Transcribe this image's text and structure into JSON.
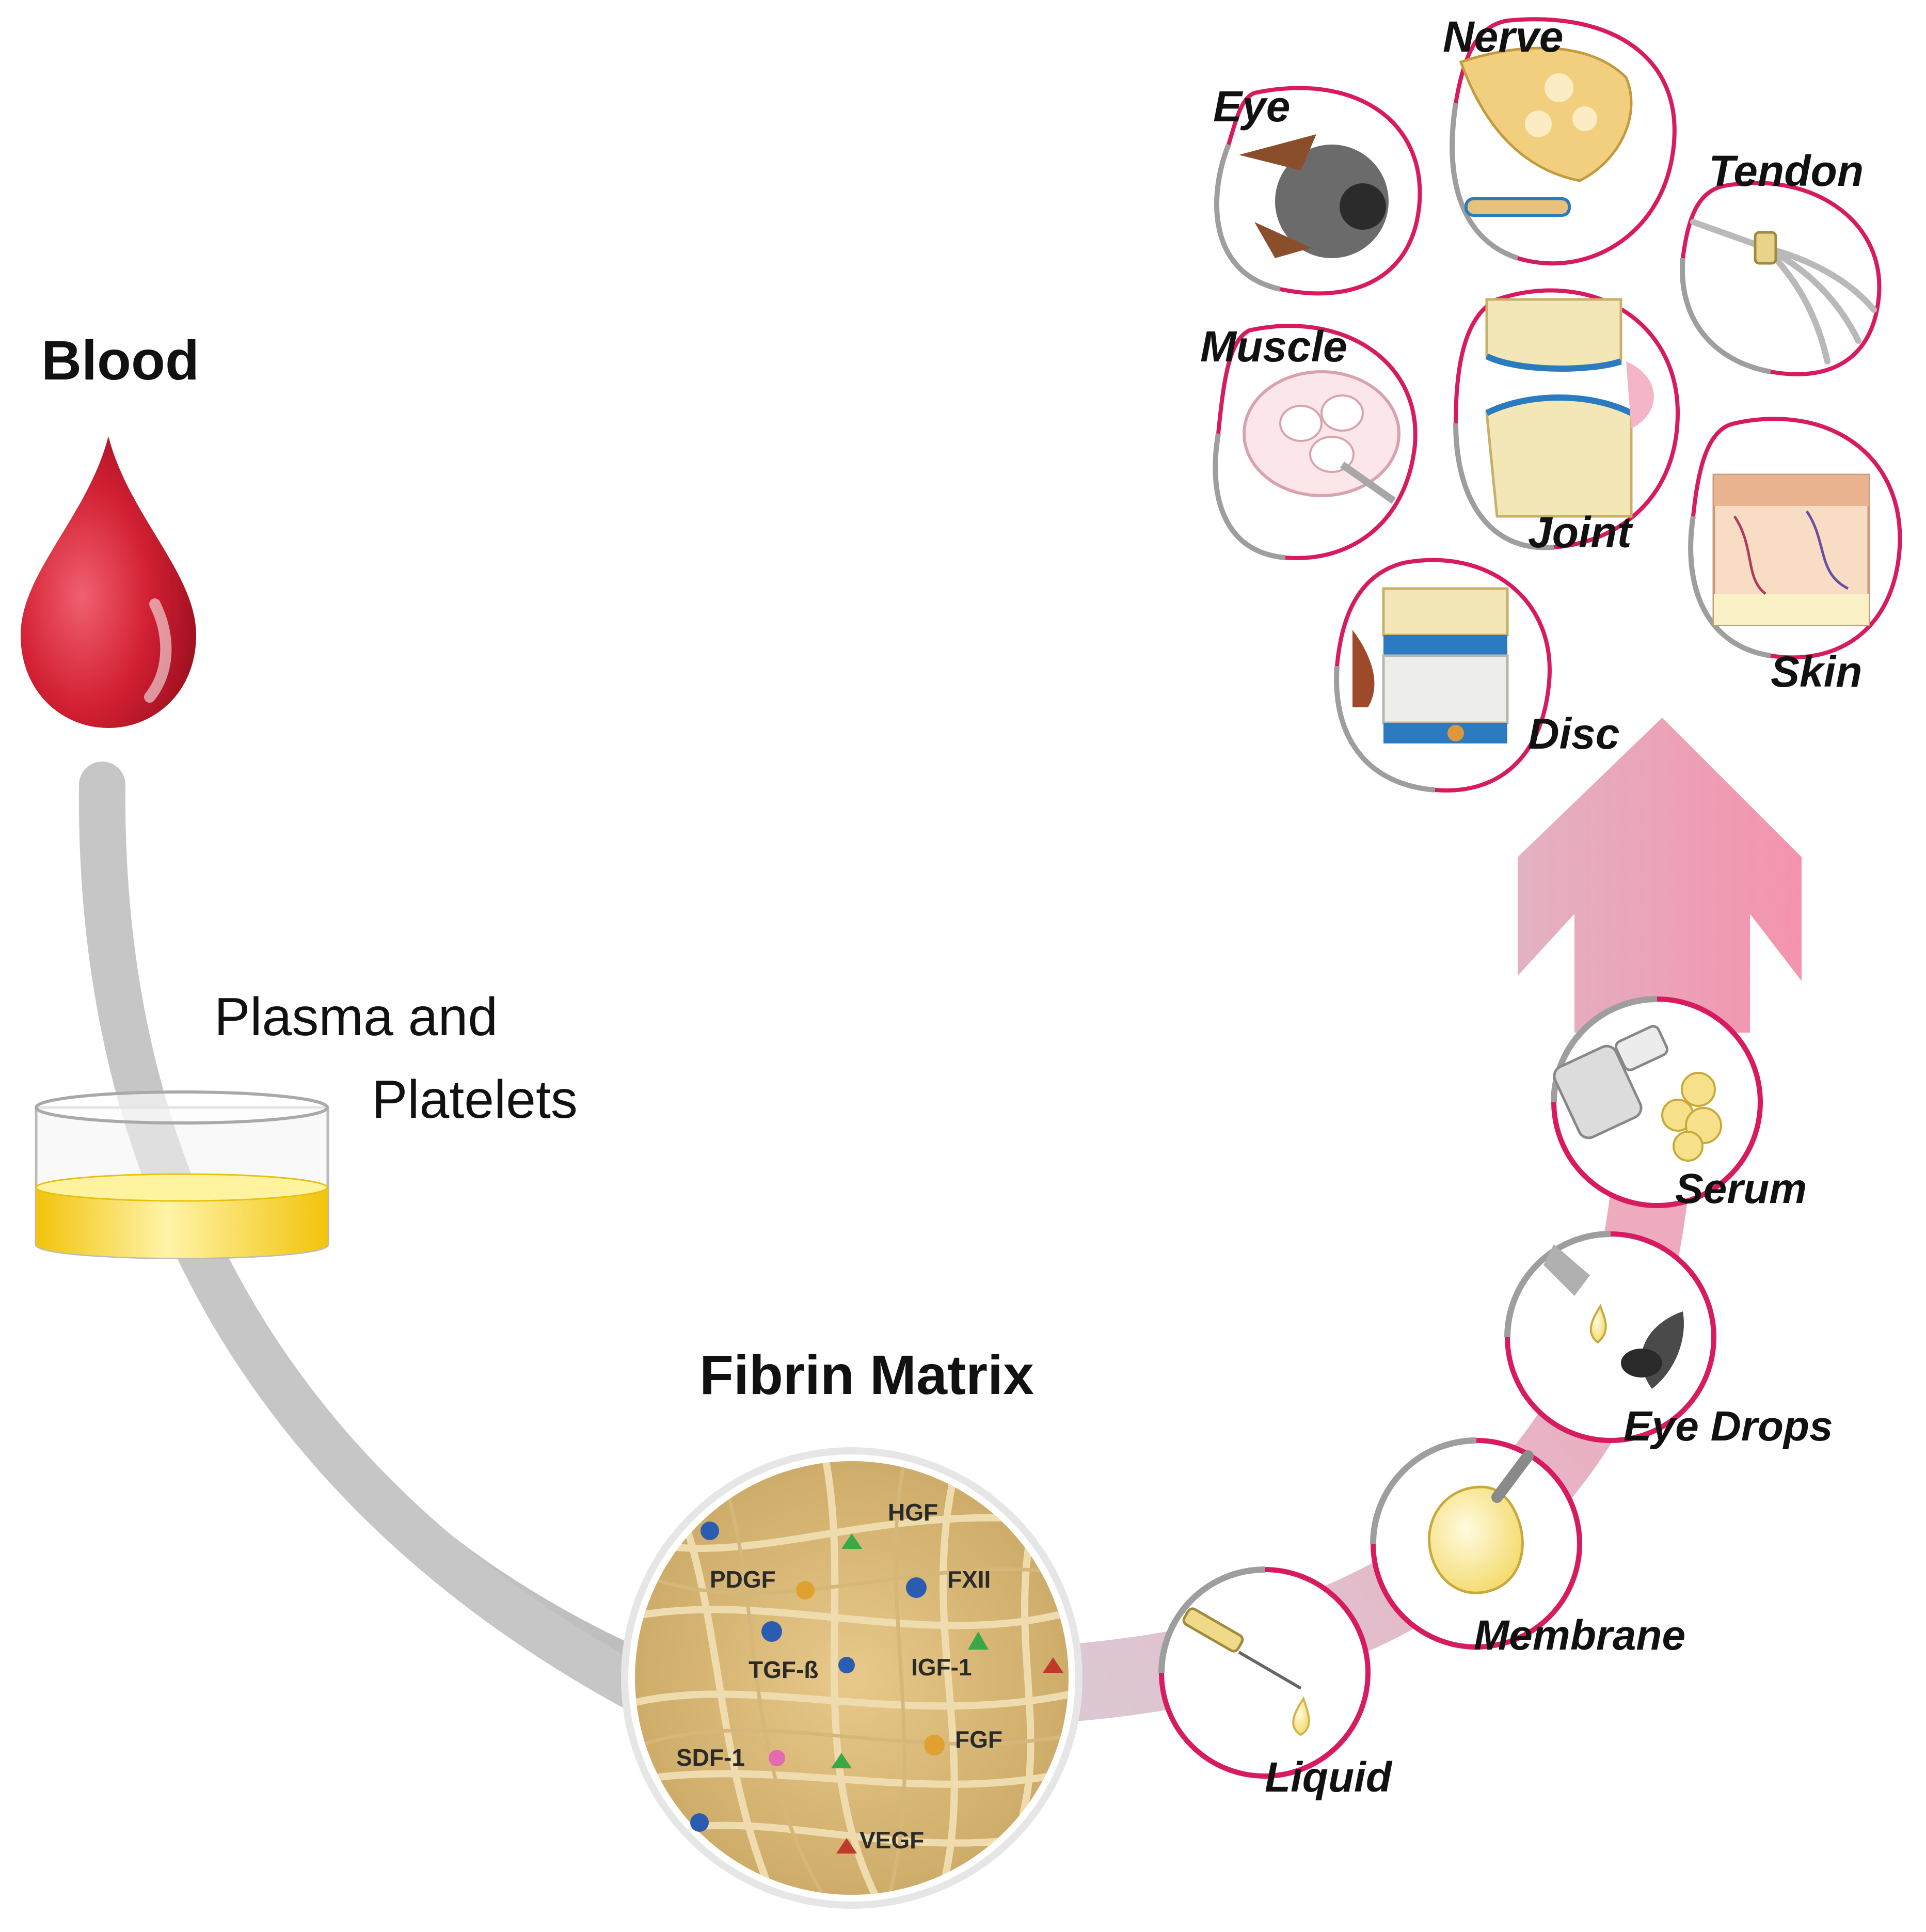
{
  "labels": {
    "blood": "Blood",
    "plasma_line1": "Plasma and",
    "plasma_line2": "Platelets",
    "fibrin": "Fibrin Matrix"
  },
  "growth_factors": [
    "HGF",
    "PDGF",
    "FXII",
    "TGF-ß",
    "IGF-1",
    "SDF-1",
    "FGF",
    "VEGF"
  ],
  "forms": [
    "Liquid",
    "Membrane",
    "Eye Drops",
    "Serum"
  ],
  "tissues": [
    "Eye",
    "Nerve",
    "Tendon",
    "Muscle",
    "Joint",
    "Skin",
    "Disc"
  ],
  "colors": {
    "blood": "#d21f33",
    "plasma": "#f5d21c",
    "track_gray": "#c8c8c8",
    "arrow_pink": "#ef8fa8",
    "ring_pink": "#d81b60",
    "ring_gray": "#9e9e9e",
    "fibrin": "#e7cf96"
  }
}
